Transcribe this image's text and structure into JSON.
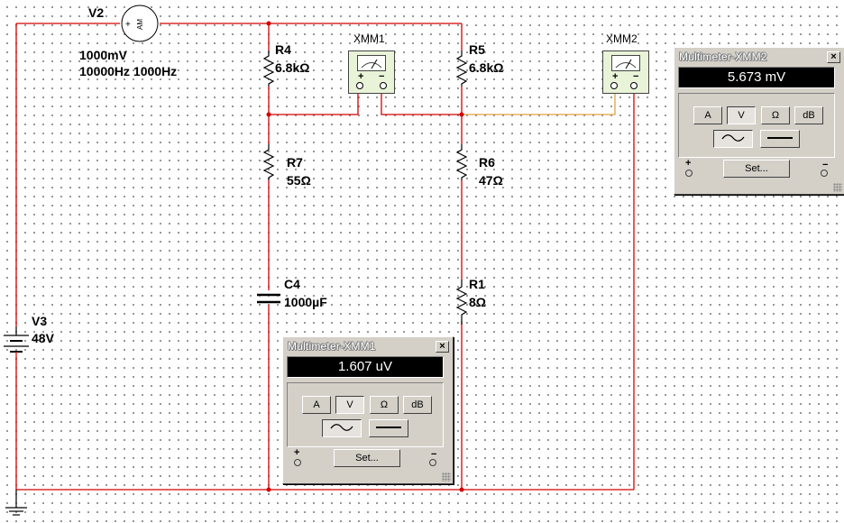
{
  "components": {
    "v2": {
      "name": "V2",
      "amplitude": "1000mV",
      "frequency": "10000Hz 1000Hz",
      "symbol": "AM"
    },
    "v3": {
      "name": "V3",
      "value": "48V"
    },
    "r4": {
      "name": "R4",
      "value": "6.8kΩ"
    },
    "r5": {
      "name": "R5",
      "value": "6.8kΩ"
    },
    "r7": {
      "name": "R7",
      "value": "55Ω"
    },
    "r6": {
      "name": "R6",
      "value": "47Ω"
    },
    "c4": {
      "name": "C4",
      "value": "1000µF"
    },
    "r1": {
      "name": "R1",
      "value": "8Ω"
    },
    "xmm1": {
      "name": "XMM1"
    },
    "xmm2": {
      "name": "XMM2"
    }
  },
  "colors": {
    "wire": "#d40000",
    "probe_wire": "#e0a040",
    "grid_dot": "#7a7a7a"
  },
  "multimeters": {
    "xmm1": {
      "title": "Multimeter-XMM1",
      "reading": "1.607 uV",
      "modes": [
        "A",
        "V",
        "Ω",
        "dB"
      ],
      "selected_mode": "V",
      "signal": {
        "ac_icon": "ac-wave-icon",
        "dc_icon": "dc-line-icon",
        "selected": "AC"
      },
      "set_label": "Set...",
      "plus": "+",
      "minus": "−",
      "close": "×"
    },
    "xmm2": {
      "title": "Multimeter-XMM2",
      "reading": "5.673 mV",
      "modes": [
        "A",
        "V",
        "Ω",
        "dB"
      ],
      "selected_mode": "V",
      "signal": {
        "ac_icon": "ac-wave-icon",
        "dc_icon": "dc-line-icon",
        "selected": "AC"
      },
      "set_label": "Set...",
      "plus": "+",
      "minus": "−",
      "close": "×"
    }
  }
}
